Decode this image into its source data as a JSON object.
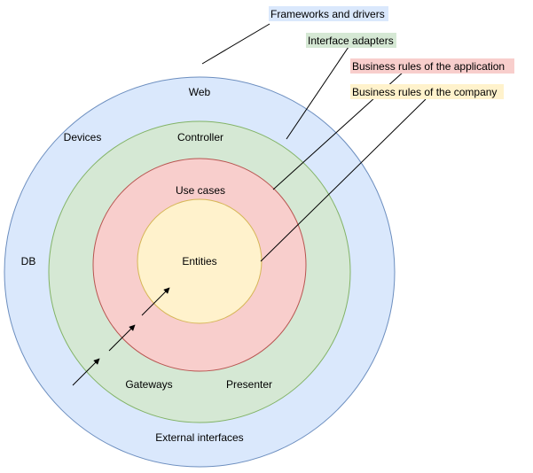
{
  "layers": {
    "outer": {
      "name": "Frameworks and drivers",
      "color": "#dae8fc",
      "stroke": "#6c8ebf",
      "items": [
        "Web",
        "Devices",
        "DB",
        "External interfaces"
      ]
    },
    "adapters": {
      "name": "Interface adapters",
      "color": "#d5e8d4",
      "stroke": "#82b366",
      "items": [
        "Controller",
        "Gateways",
        "Presenter"
      ]
    },
    "usecases": {
      "name": "Business rules of the application",
      "color": "#f8cecc",
      "stroke": "#b85450",
      "items": [
        "Use cases"
      ]
    },
    "entities": {
      "name": "Business rules of the company",
      "color": "#fff2cc",
      "stroke": "#d6b656",
      "items": [
        "Entities"
      ]
    }
  },
  "dependency_arrows": {
    "direction": "inward",
    "count": 3
  }
}
